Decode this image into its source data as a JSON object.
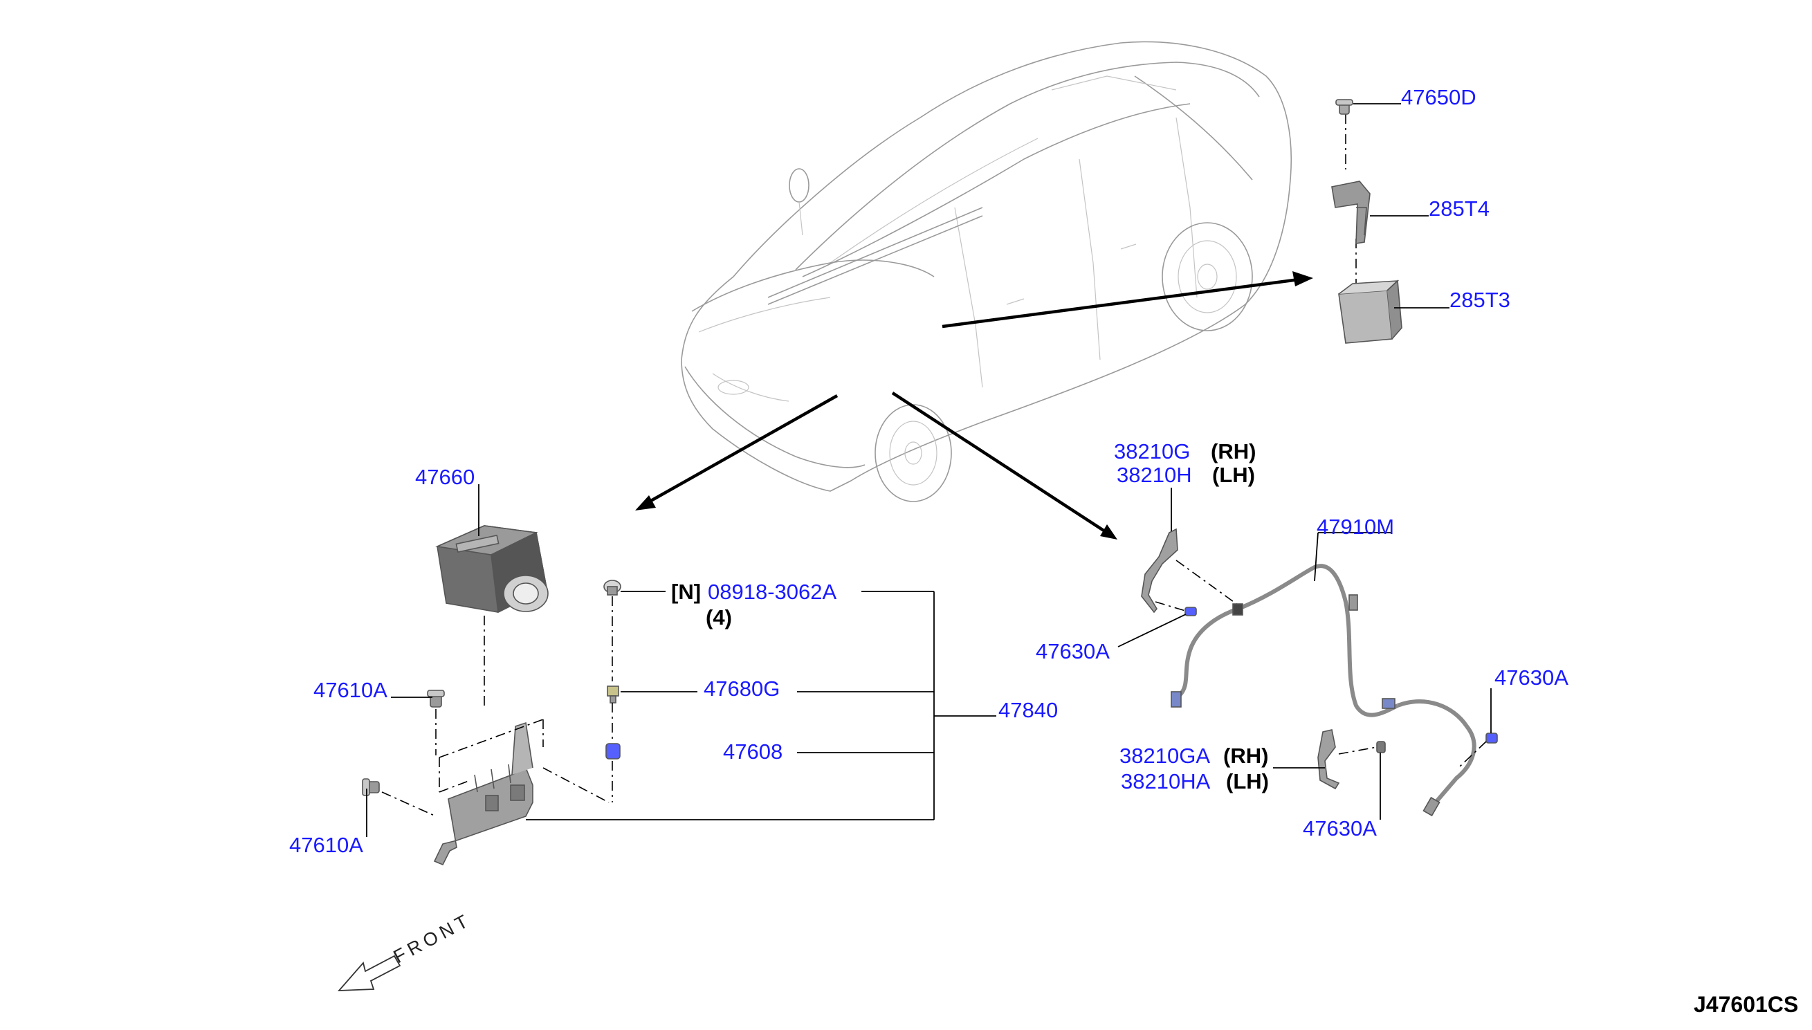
{
  "diagram": {
    "reference_code": "J47601CS",
    "front_label": "FRONT",
    "callouts": {
      "p47650D": "47650D",
      "p285T4": "285T4",
      "p285T3": "285T3",
      "p38210G": "38210G",
      "p38210H": "38210H",
      "p47910M": "47910M",
      "p47630A_1": "47630A",
      "p47630A_2": "47630A",
      "p47630A_3": "47630A",
      "p38210GA": "38210GA",
      "p38210HA": "38210HA",
      "p47660": "47660",
      "p08918": "08918-3062A",
      "p47610A_1": "47610A",
      "p47610A_2": "47610A",
      "p47680G": "47680G",
      "p47608": "47608",
      "p47840": "47840"
    },
    "qualifiers": {
      "rh_1": "(RH)",
      "lh_1": "(LH)",
      "rh_2": "(RH)",
      "lh_2": "(LH)",
      "n_mark": "[N]",
      "qty_4": "(4)"
    },
    "colors": {
      "part_number": "#1a1aff",
      "qualifier": "#000000",
      "part_fill": "#8a8a8a",
      "highlight_part": "#5560ff"
    }
  }
}
